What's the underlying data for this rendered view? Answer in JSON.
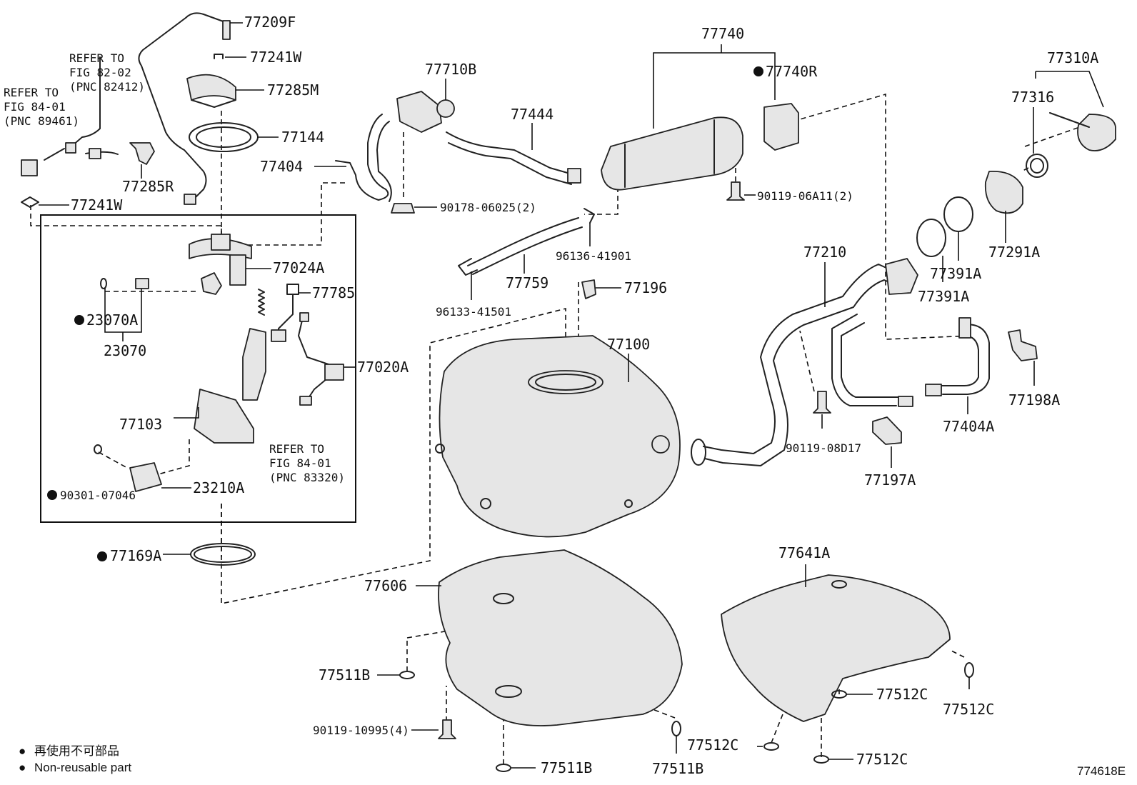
{
  "diagram": {
    "figure_code": "774618E",
    "legend": {
      "line_jp": "再使用不可部品",
      "line_en": "Non-reusable part",
      "dot": "●"
    },
    "refer1": {
      "l1": "REFER TO",
      "l2": "FIG 82-02",
      "l3": "(PNC 82412)"
    },
    "refer2": {
      "l1": "REFER TO",
      "l2": "FIG 84-01",
      "l3": "(PNC 89461)"
    },
    "refer3": {
      "l1": "REFER TO",
      "l2": "FIG 84-01",
      "l3": "(PNC 83320)"
    },
    "parts": {
      "p77209F": "77209F",
      "p77241W_a": "77241W",
      "p77285M": "77285M",
      "p77144": "77144",
      "p77404": "77404",
      "p77285R": "77285R",
      "p77241W_b": "77241W",
      "p77024A": "77024A",
      "p77785": "77785",
      "p23070A": "23070A",
      "p23070": "23070",
      "p77020A": "77020A",
      "p77103": "77103",
      "p23210A": "23210A",
      "p90301": "90301-07046",
      "p77169A": "77169A",
      "p77710B": "77710B",
      "p77444": "77444",
      "p90178": "90178-06025(2)",
      "p77740": "77740",
      "p77740R": "77740R",
      "p90119_06": "90119-06A11(2)",
      "p96136": "96136-41901",
      "p77759": "77759",
      "p96133": "96133-41501",
      "p77196": "77196",
      "p77100": "77100",
      "p77310A": "77310A",
      "p77316": "77316",
      "p77291A": "77291A",
      "p77391A_a": "77391A",
      "p77391A_b": "77391A",
      "p77210": "77210",
      "p77198A": "77198A",
      "p77404A": "77404A",
      "p90119_08": "90119-08D17",
      "p77197A": "77197A",
      "p77606": "77606",
      "p77511B_a": "77511B",
      "p90119_10": "90119-10995(4)",
      "p77511B_b": "77511B",
      "p77511B_c": "77511B",
      "p77641A": "77641A",
      "p77512C_a": "77512C",
      "p77512C_b": "77512C",
      "p77512C_c": "77512C",
      "p77512C_d": "77512C"
    }
  }
}
